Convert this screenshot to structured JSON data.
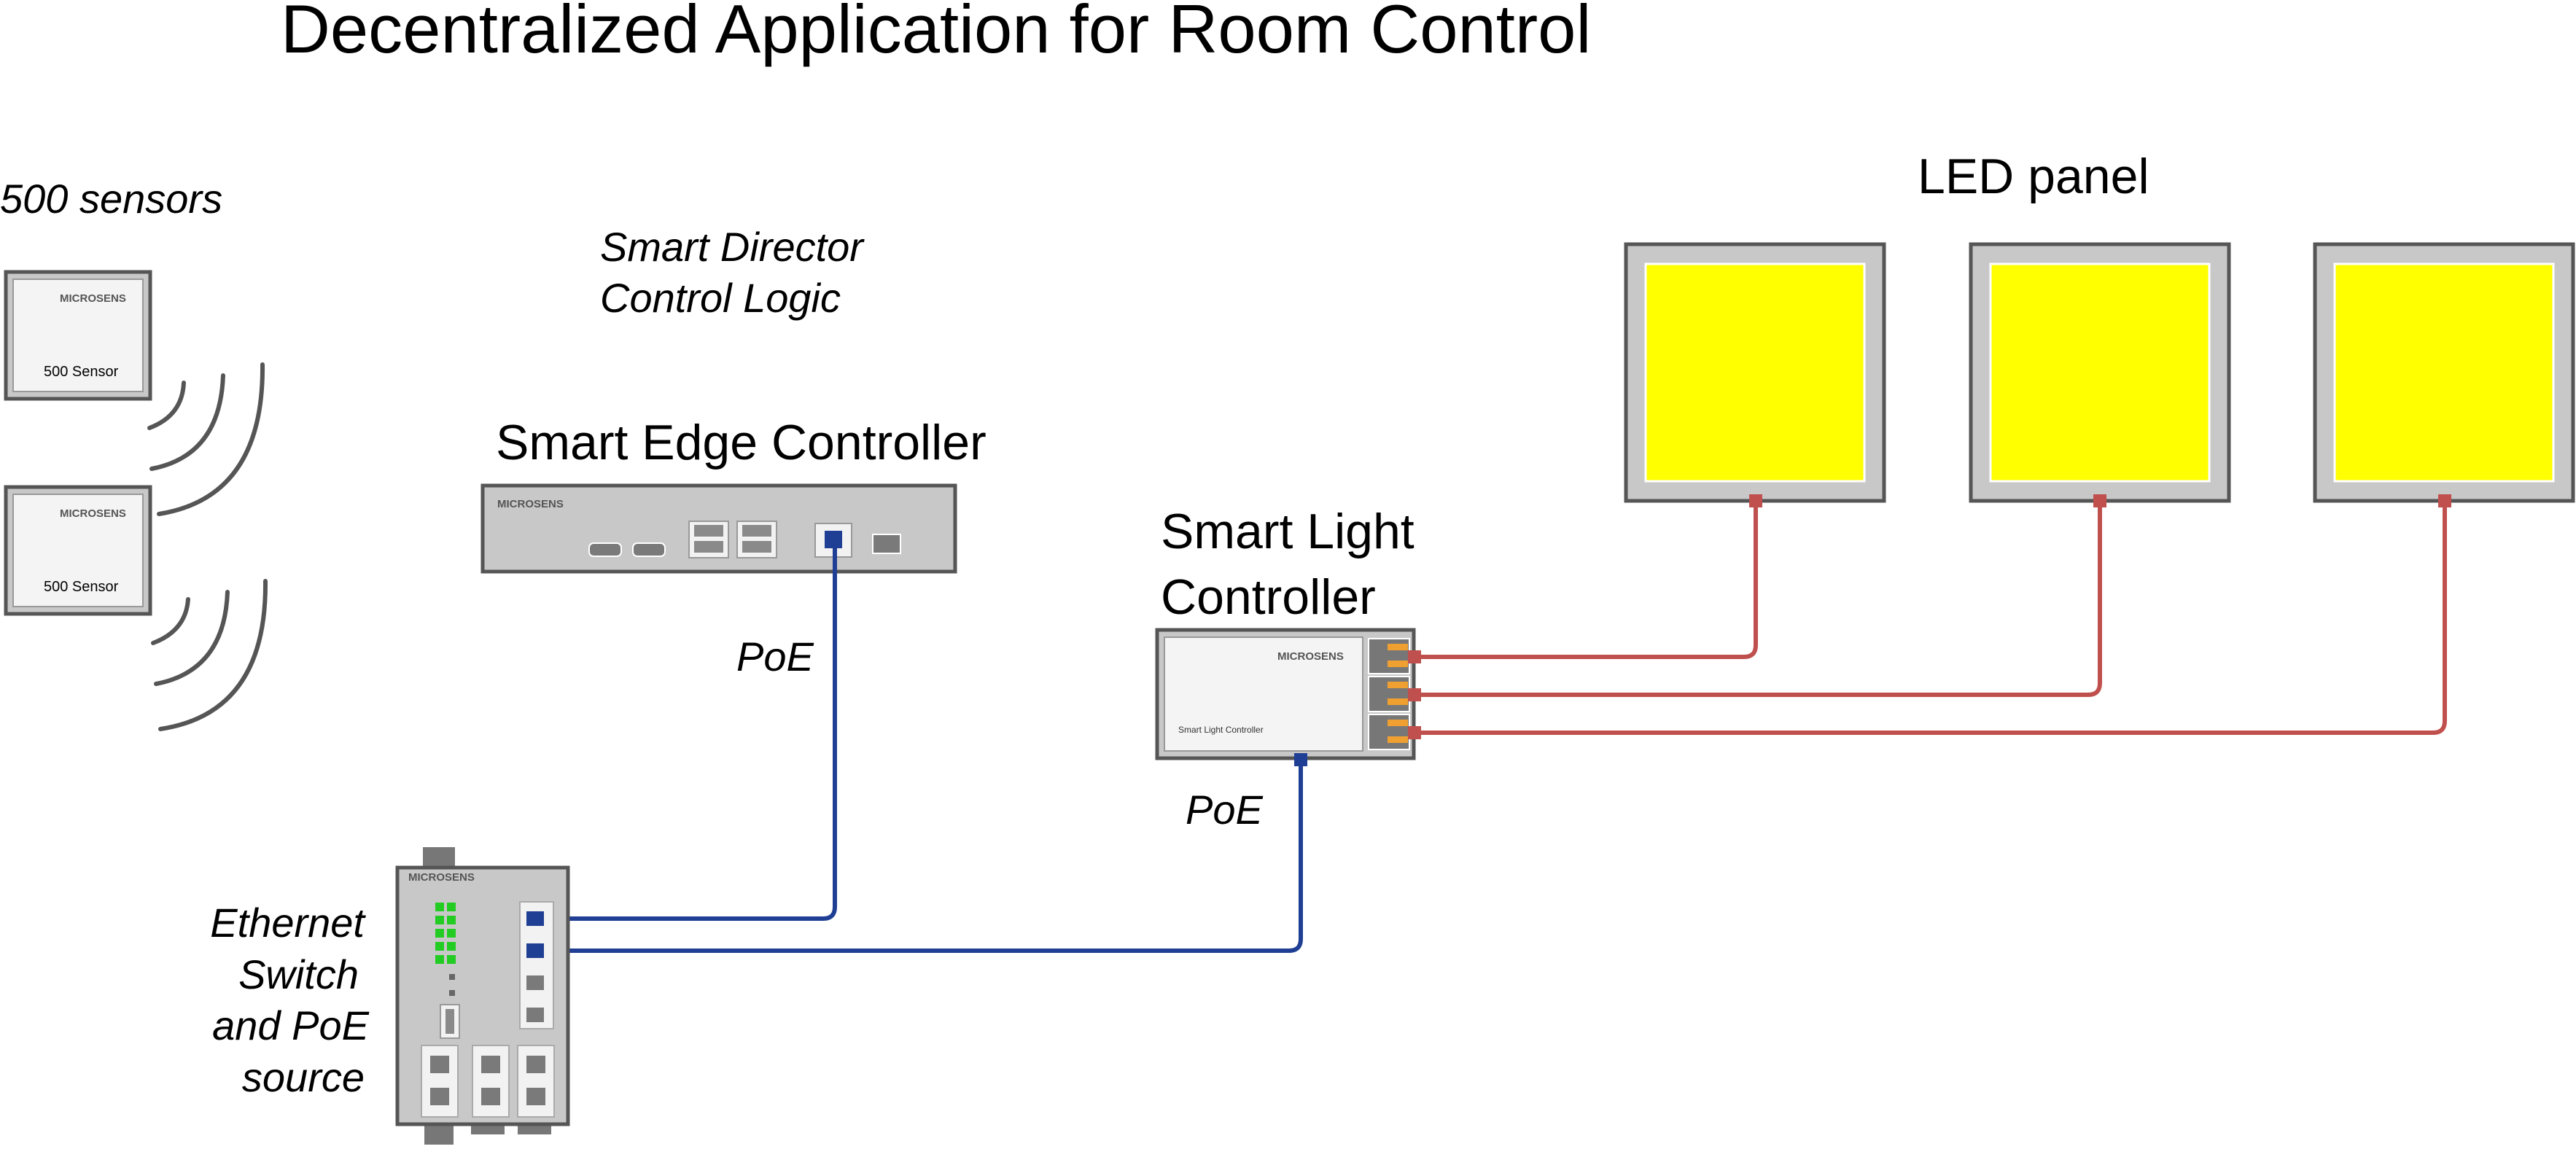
{
  "title": "Decentralized Application for Room Control",
  "sensors": {
    "heading": "500  sensors",
    "items": [
      {
        "brand": "MICROSENS",
        "label": "500  Sensor"
      },
      {
        "brand": "MICROSENS",
        "label": "500  Sensor"
      }
    ]
  },
  "smart_director": {
    "line1": "Smart Director",
    "line2": "Control Logic"
  },
  "edge_controller": {
    "label": "Smart Edge Controller",
    "brand": "MICROSENS"
  },
  "poe_labels": [
    "PoE",
    "PoE"
  ],
  "light_controller": {
    "line1": "Smart Light",
    "line2": "Controller",
    "brand": "MICROSENS",
    "device_label": "Smart Light Controller"
  },
  "led": {
    "label": "LED panel",
    "panel_color": "#ffff00"
  },
  "switch": {
    "brand": "MICROSENS",
    "lines": [
      "Ethernet",
      "Switch",
      "and PoE",
      "source"
    ]
  },
  "colors": {
    "ethernet_cable": "#1f3f94",
    "power_cable": "#c0504d",
    "status_led": "#22cc22"
  }
}
